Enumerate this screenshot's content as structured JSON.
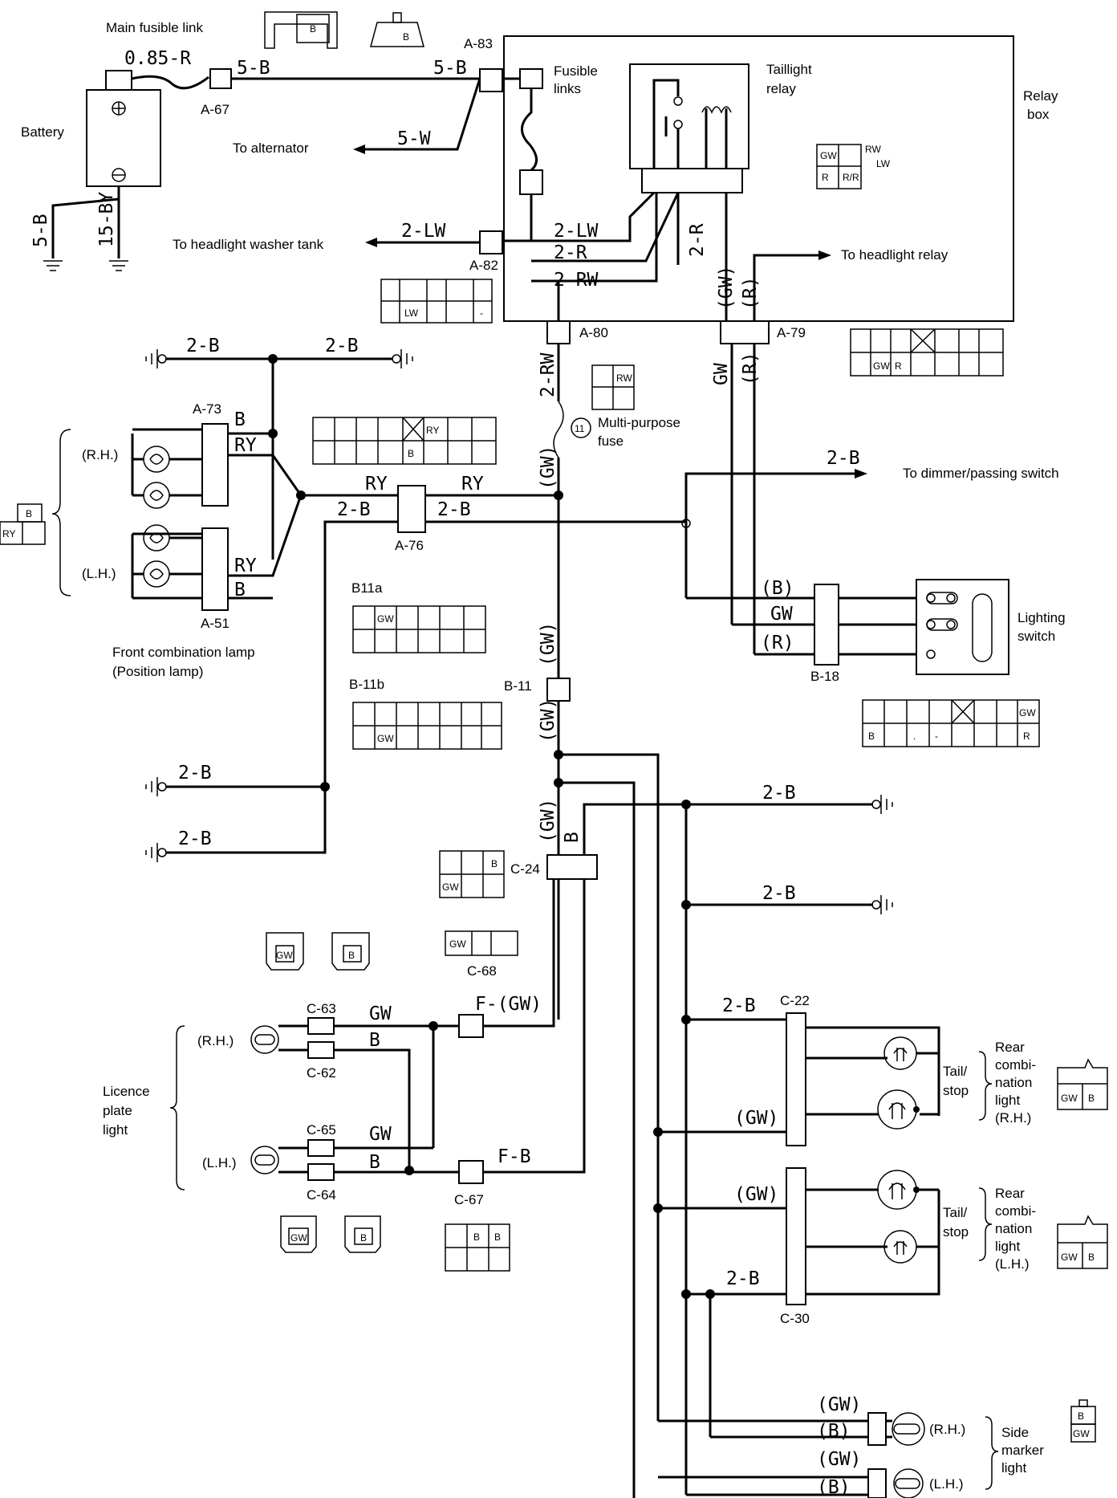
{
  "labels": {
    "main_fusible_link": "Main fusible link",
    "battery": "Battery",
    "a67": "A-67",
    "a83": "A-83",
    "a82": "A-82",
    "a80": "A-80",
    "a79": "A-79",
    "a73": "A-73",
    "a76": "A-76",
    "a51": "A-51",
    "b11": "B-11",
    "b11a": "B11a",
    "b11b": "B-11b",
    "b18": "B-18",
    "c24": "C-24",
    "c68": "C-68",
    "c63": "C-63",
    "c62": "C-62",
    "c65": "C-65",
    "c64": "C-64",
    "c67": "C-67",
    "c22": "C-22",
    "c30": "C-30",
    "to_alternator": "To alternator",
    "to_headlight_washer_tank": "To headlight washer tank",
    "to_headlight_relay": "To headlight relay",
    "to_dimmer_passing_switch": "To dimmer/passing switch",
    "fusible_links_1": "Fusible",
    "fusible_links_2": "links",
    "taillight_relay_1": "Taillight",
    "taillight_relay_2": "relay",
    "relay_box_1": "Relay",
    "relay_box_2": "box",
    "fuse_number": "11",
    "multi_purpose_fuse_1": "Multi-purpose",
    "multi_purpose_fuse_2": "fuse",
    "lighting_switch_1": "Lighting",
    "lighting_switch_2": "switch",
    "front_combination_lamp_1": "Front combination lamp",
    "front_combination_lamp_2": "(Position lamp)",
    "rh": "(R.H.)",
    "lh": "(L.H.)",
    "licence_plate_light_1": "Licence",
    "licence_plate_light_2": "plate",
    "licence_plate_light_3": "light",
    "tail_stop_1": "Tail/",
    "tail_stop_2": "stop",
    "rear_comb_rh": [
      "Rear",
      "combi-",
      "nation",
      "light",
      "(R.H.)"
    ],
    "rear_comb_lh": [
      "Rear",
      "combi-",
      "nation",
      "light",
      "(L.H.)"
    ],
    "side_marker_1": "Side",
    "side_marker_2": "marker",
    "side_marker_3": "light"
  },
  "wires": {
    "w_085r": "0.85-R",
    "w_5b": "5-B",
    "w_5w": "5-W",
    "w_15by": "15-BY",
    "w_2lw": "2-LW",
    "w_2r": "2-R",
    "w_2rw": "2-RW",
    "w_gw": "GW",
    "w_gw_paren": "(GW)",
    "w_r": "R",
    "w_r_paren": "(R)",
    "w_b": "B",
    "w_b_paren": "(B)",
    "w_2b": "2-B",
    "w_ry": "RY",
    "w_f_gw": "F-(GW)",
    "w_f_b": "F-B"
  },
  "connector_pins": {
    "b": "B",
    "gw": "GW",
    "r": "R",
    "lw": "LW",
    "ry": "RY",
    "rw": "RW",
    "rw_lw": "RW",
    "lw2": "LW",
    "rr": "R/R",
    "dot": ".",
    "dash": "-"
  }
}
